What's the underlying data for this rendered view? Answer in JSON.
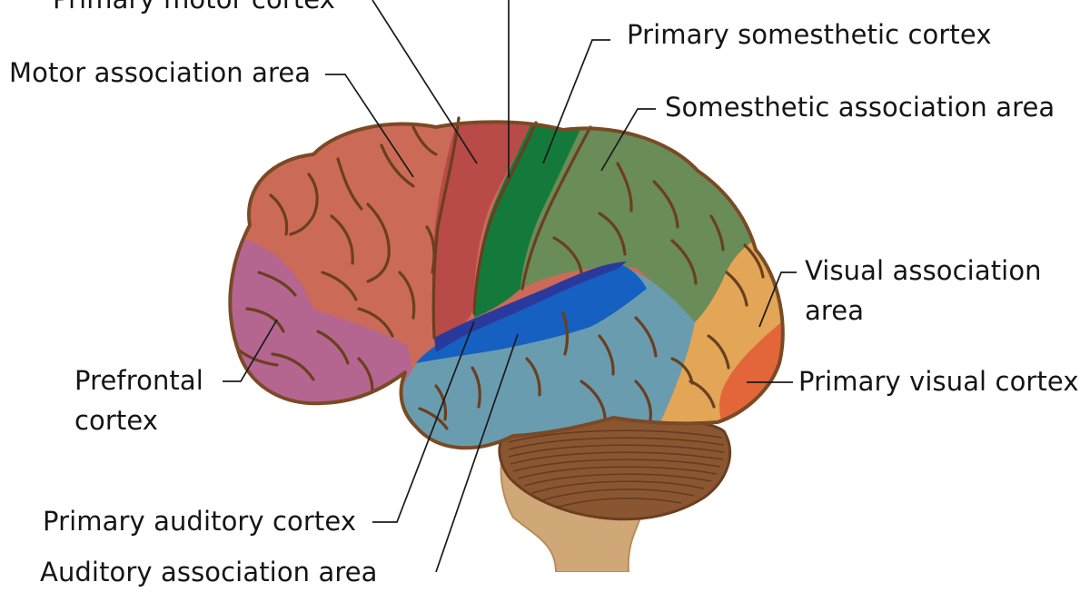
{
  "labels": {
    "primary_motor_cortex": "Primary motor cortex",
    "primary_somesthetic_cortex": "Primary somesthetic cortex",
    "motor_association_area": "Motor association area",
    "somesthetic_association_area": "Somesthetic association area",
    "visual_association_area_line1": "Visual association",
    "visual_association_area_line2": "area",
    "prefrontal_cortex_line1": "Prefrontal",
    "prefrontal_cortex_line2": "cortex",
    "primary_visual_cortex": "Primary visual cortex",
    "primary_auditory_cortex": "Primary auditory cortex",
    "auditory_association_area": "Auditory association area"
  },
  "region_colors": {
    "prefrontal_cortex": "#b46690",
    "motor_association_area": "#cc6a58",
    "primary_motor_cortex": "#b84a48",
    "primary_somesthetic_cortex": "#137a3c",
    "somesthetic_association_area": "#6a8c58",
    "visual_association_area": "#e2a656",
    "primary_visual_cortex": "#e2663a",
    "primary_auditory_cortex": "#1560c0",
    "auditory_association_area": "#6a9cb0",
    "cerebellum": "#8a5632",
    "brainstem": "#d0a878",
    "outline": "#7a4a25"
  }
}
